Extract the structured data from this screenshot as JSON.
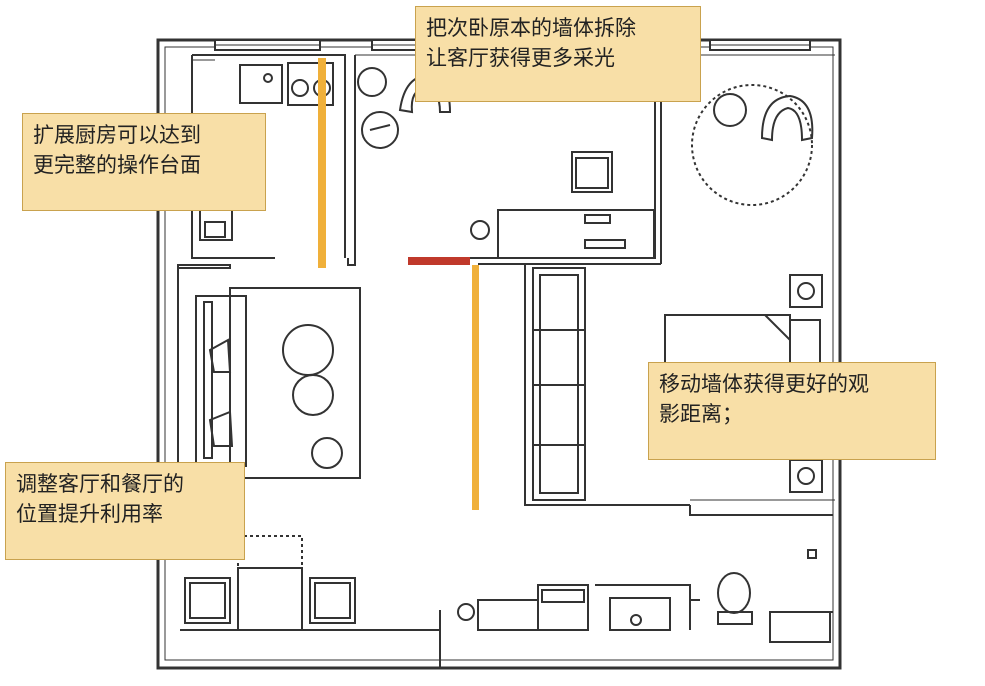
{
  "annotations": {
    "bedroom_wall": {
      "line1": "把次卧原本的墙体拆除",
      "line2": "让客厅获得更多采光"
    },
    "kitchen": {
      "line1": "扩展厨房可以达到",
      "line2": "更完整的操作台面"
    },
    "tv_wall": {
      "line1": "移动墙体获得更好的观",
      "line2": "影距离；"
    },
    "living_dining": {
      "line1": "调整客厅和餐厅的",
      "line2": "位置提升利用率"
    }
  },
  "colors": {
    "wall": "#333333",
    "highlight_moved_wall": "#f0b03a",
    "highlight_removed_wall": "#c0392b",
    "note_fill": "#f8dfa7",
    "note_border": "#c9a24e"
  }
}
